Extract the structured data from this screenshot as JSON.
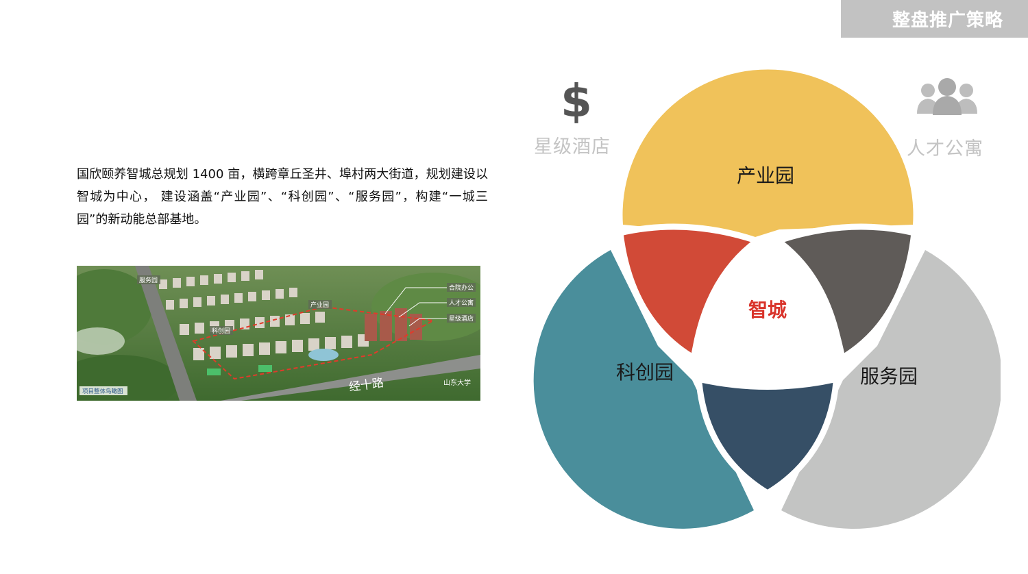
{
  "header": {
    "title": "整盘推广策略"
  },
  "intro": {
    "text": "国欣颐养智城总规划 1400 亩，横跨章丘圣井、埠村两大街道，规划建设以智城为中心， 建设涵盖“产业园”、“科创园”、“服务园”，构建“一城三园”的新动能总部基地。"
  },
  "aerial": {
    "labels": {
      "service": "服务园",
      "industry": "产业园",
      "tech": "科创园",
      "office": "合院办公",
      "talent": "人才公寓",
      "hotel": "星级酒店",
      "road": "经十路",
      "univ": "山东大学",
      "caption": "项目整体鸟瞰图"
    }
  },
  "diagram": {
    "center": "智城",
    "industry": "产业园",
    "tech": "科创园",
    "service": "服务园",
    "colors": {
      "industry": "#f0c25a",
      "tech": "#4a8e9b",
      "service": "#c3c4c3",
      "red": "#d14a37",
      "dark_gray": "#5f5b58",
      "navy": "#364f66",
      "center_text": "#d9342b"
    }
  },
  "corners": {
    "left_label": "星级酒店",
    "left_icon": "dollar-icon",
    "right_label": "人才公寓",
    "right_icon": "people-icon"
  }
}
